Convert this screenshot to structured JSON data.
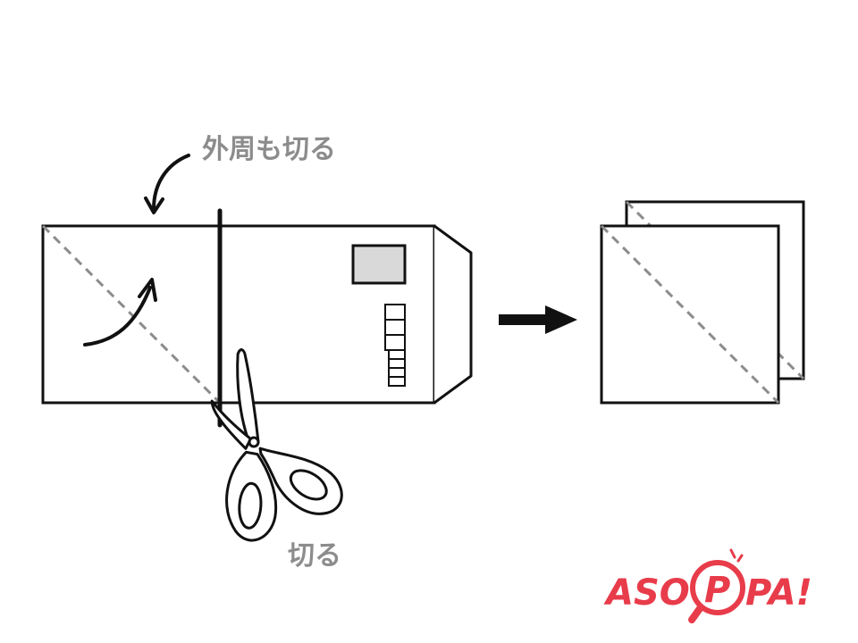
{
  "labels": {
    "cut_outer_edge": "外周も切る",
    "cut": "切る"
  },
  "logo": {
    "text_left": "ASO",
    "text_mid": "P",
    "text_right": "PA!"
  },
  "icons": {
    "scissors": "scissors-icon",
    "arrow": "right-arrow-icon",
    "magnifier": "magnifier-icon"
  },
  "colors": {
    "line": "#111111",
    "label": "#8c8c8c",
    "dashed": "#8c8c8c",
    "window": "#d9d9d9",
    "logo": "#e83c4a"
  }
}
